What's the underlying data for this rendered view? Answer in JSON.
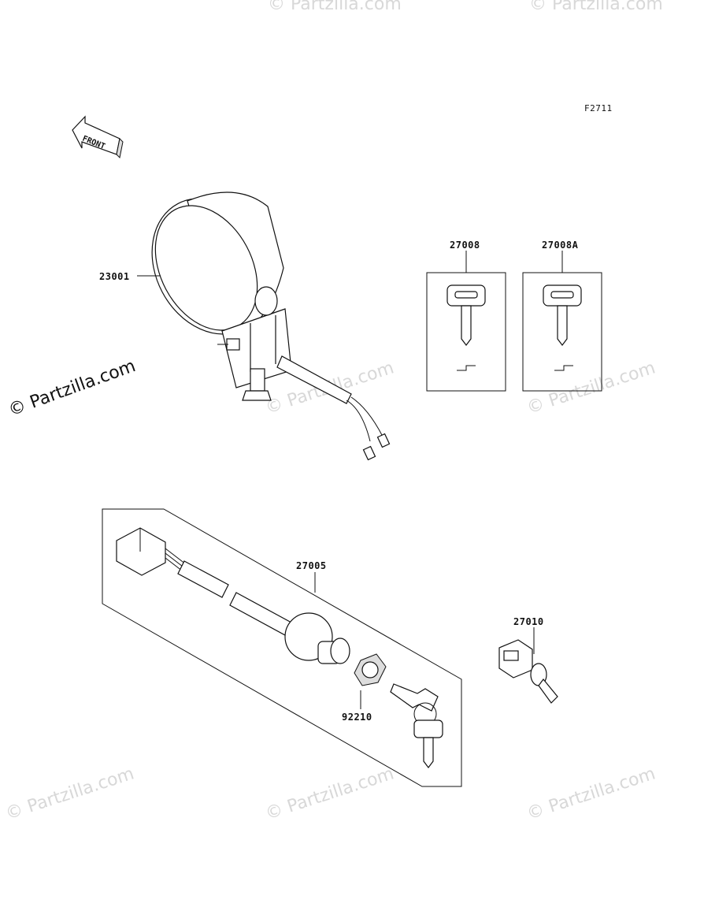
{
  "diagram": {
    "figure_code": "F2711",
    "front_label": "FRONT",
    "callouts": [
      {
        "id": "light",
        "text": "23001"
      },
      {
        "id": "key-a",
        "text": "27008"
      },
      {
        "id": "key-b",
        "text": "27008A"
      },
      {
        "id": "ignition-switch",
        "text": "27005"
      },
      {
        "id": "nut",
        "text": "92210"
      },
      {
        "id": "switch-small",
        "text": "27010"
      }
    ]
  },
  "watermark": {
    "main_text": "© Partzilla.com",
    "faint_text": "© Partzilla.com"
  },
  "colors": {
    "line": "#111111",
    "watermark": "#d8d8d8",
    "background": "#ffffff"
  }
}
